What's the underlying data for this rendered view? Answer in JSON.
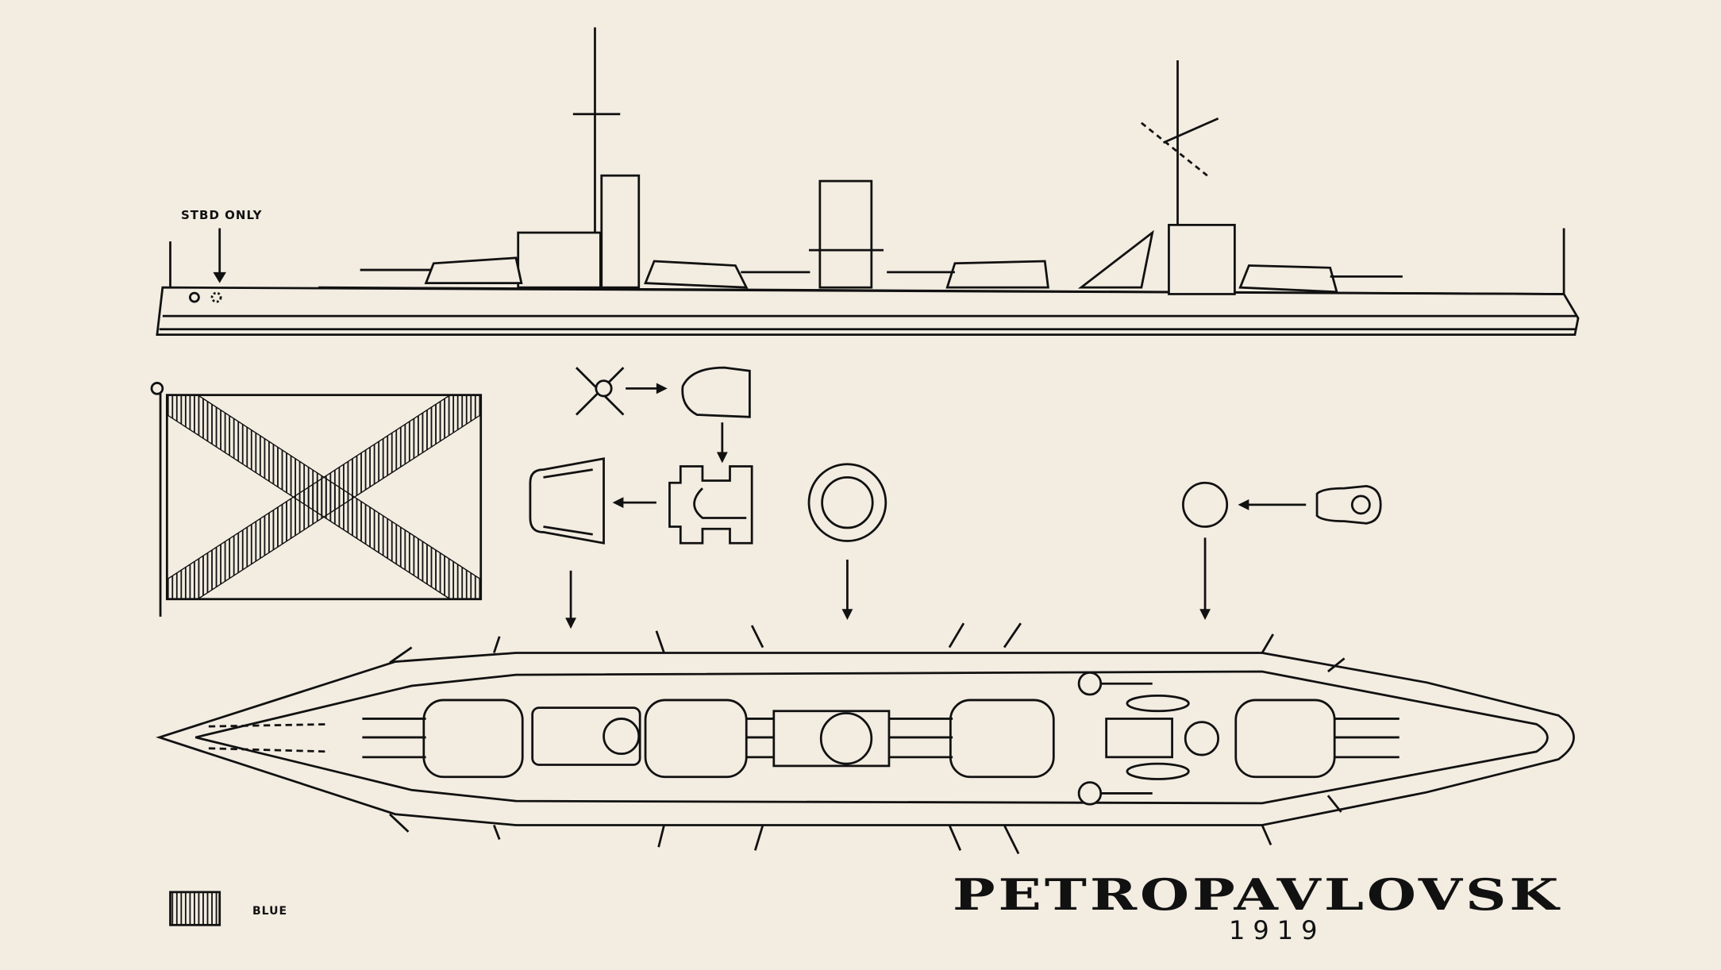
{
  "labels": {
    "stbd_only": "STBD ONLY",
    "legend_blue": "BLUE",
    "ship_name": "PETROPAVLOVSK",
    "year": "1919"
  },
  "colors": {
    "paper": "#f2ece1",
    "ink": "#111111"
  }
}
